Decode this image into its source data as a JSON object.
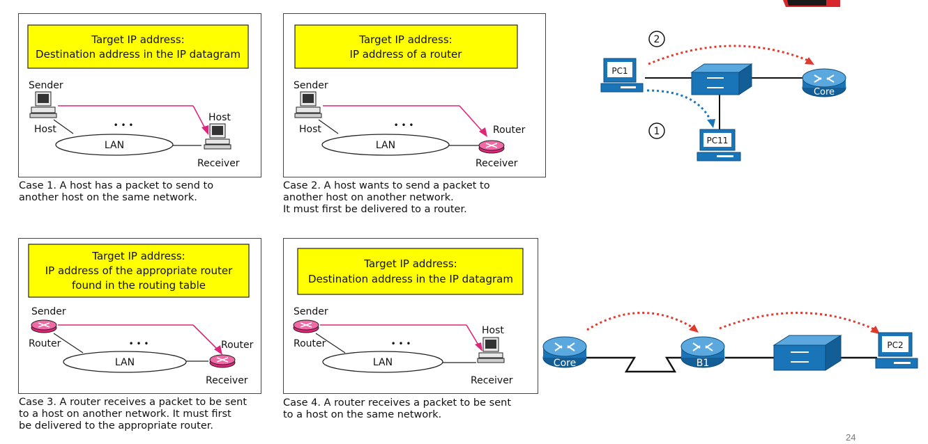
{
  "slide": {
    "page_number": "24"
  },
  "cases": [
    {
      "target_title": "Target IP address:",
      "target_desc_lines": [
        "Destination address in the IP datagram"
      ],
      "sender_label": "Sender",
      "sender_role": "Host",
      "receiver_role": "Host",
      "receiver_label": "Receiver",
      "lan_label": "LAN",
      "dots": "• • •",
      "caption": "Case 1. A host has a packet to send to\nanother host on the same network."
    },
    {
      "target_title": "Target IP address:",
      "target_desc_lines": [
        "IP address of a router"
      ],
      "sender_label": "Sender",
      "sender_role": "Host",
      "receiver_role": "Router",
      "receiver_label": "Receiver",
      "lan_label": "LAN",
      "dots": "• • •",
      "caption": "Case 2. A host wants to send a packet to\nanother host on another network.\nIt must first be delivered to a router."
    },
    {
      "target_title": "Target IP address:",
      "target_desc_lines": [
        "IP address of the appropriate router",
        "found in the routing table"
      ],
      "sender_label": "Sender",
      "sender_role": "Router",
      "receiver_role": "Router",
      "receiver_label": "Receiver",
      "lan_label": "LAN",
      "dots": "• • •",
      "caption": "Case 3. A router receives a packet to be sent\nto a host on another network. It must first\nbe delivered to the appropriate router."
    },
    {
      "target_title": "Target IP address:",
      "target_desc_lines": [
        "Destination address in the IP datagram"
      ],
      "sender_label": "Sender",
      "sender_role": "Router",
      "receiver_role": "Host",
      "receiver_label": "Receiver",
      "lan_label": "LAN",
      "dots": "• • •",
      "caption": "Case 4. A router receives a packet to be sent\nto a host on the same network."
    }
  ],
  "topology_top": {
    "pc1_label": "PC1",
    "pc11_label": "PC11",
    "core_label": "Core",
    "step_one": "1",
    "step_two": "2"
  },
  "topology_bottom": {
    "core_label": "Core",
    "b1_label": "B1",
    "pc2_label": "PC2"
  },
  "colors": {
    "yellow_box": "#ffff00",
    "magenta": "#e0247a",
    "router_pink": "#e0247a",
    "cisco_blue": "#1a75b8",
    "red_dotted": "#e03a2e",
    "blue_dotted": "#1a75b8",
    "corner_red": "#d7262c"
  }
}
